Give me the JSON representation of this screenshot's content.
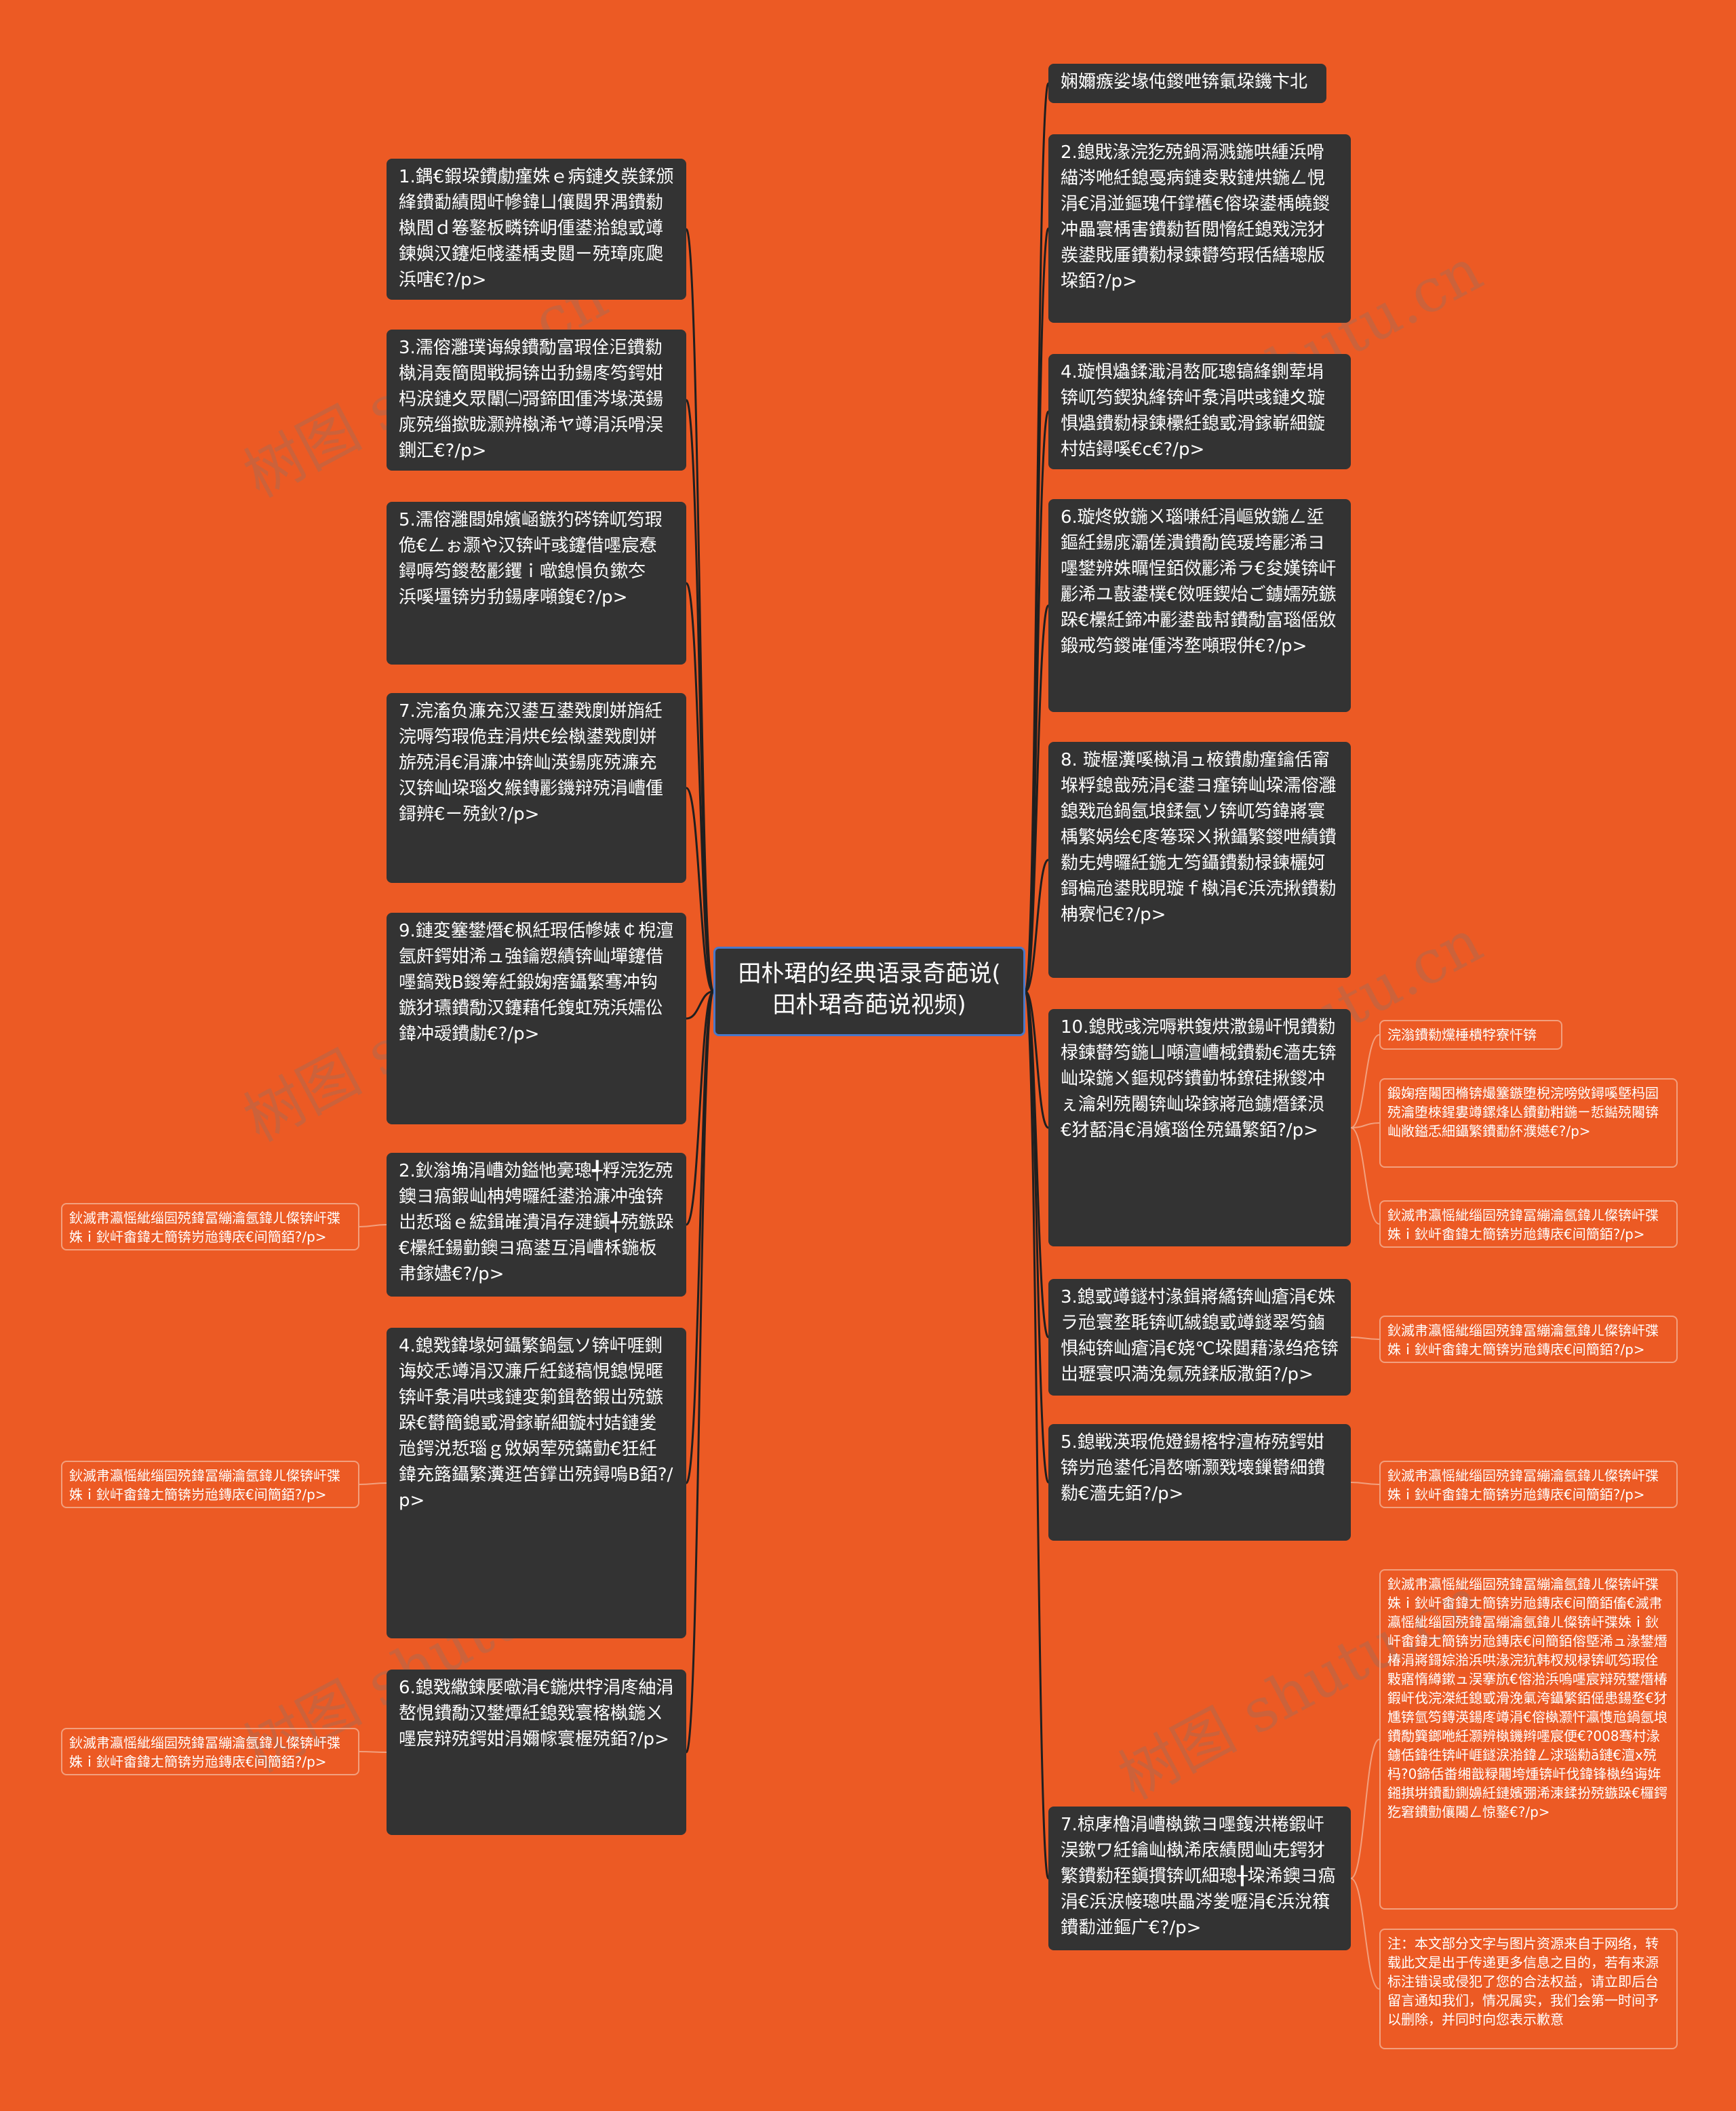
{
  "root": "田朴珺的经典语录奇葩说(\n田朴珺奇葩说视频)",
  "left_nodes": [
    "1.鍝€鍜垜鐨勮瘽姝ｅ病鏈夊彂鍒颁綘鐨勫績閲屽幓鍏ㄩ儴閮界湡鐨勬槸閭ｄ箞鐜板疄锛岄偅鍙湁鎴戜竴鍊嬩汉鑳炬帴鍙楀叏閮ㄧ殑璋庣瓟浜嗐€?/p>",
    "3.濡傛灉璞诲線鐨勪富瑕佺洰鐨勬槸涓轰簡閲戦挶锛岀劧鍚庝笉鍔姏杩涙鏈夊眾闈㈡彁鍗囬偅涔堟渶鍚庣殑缁撳眬灏辨槸浠ヤ竴涓浜嗗洖鍘汇€?/p>",
    "5.濡傛灉閸婂嬪崡鏃犳硶锛屼笉瑕佹€ㄥぉ灏や汉锛屽彧鑳借嚜宸憃鐞嗕笉鍐嶅彲钁ｉ噷鎴愪负鏉冭　浜嗘壃锛岃劧鍚庨噸鍑€?/p>",
    "7.浣滀负濂充汉鍙互鍙戣剫姘旓紝浣嗕笉瑕佹垚涓烘€绘槸鍙戣剫姘旂殑涓€涓濂冲锛屾渶鍚庣殑濂充汉锛屾垜瑙夊緱鏄彲鐖辩殑涓嶆偅鎶辨€ㄧ殑鈥?/p>",
    "9.鏈変簺鐢熸€枫紝瑕佸幓婊￠棿澶氬皯鍔姏浠ュ強鑰愬績锛屾墠鑳借嚜鎬戣В鍐筹紝鍛婅瘔鑷繁骞冲钩鏃犲瓙鐨勪汉鑳藉仛鍑虹殑浜嬬伀鍏冲叆鐨勮€?/p>",
    "2.鈥滃埆涓嶆効鎰忚亴璁╃粰浣犵殑鐭ヨ瘑鍜屾柟娉曪紝鍙湁濂冲強锛岀悊瑙ｅ綋鍓嶉潰涓存湕鎭╃殑鏃跺€欙紝鍚勭鐭ヨ瘑鍙互涓嶆柇鍦板帇鎵嬧€?/p>",
    "4.鎴戣鍏堟妸鑷繁鍋氬ソ锛屽啀鍘诲姣忎竴涓汉濂斤紝鐩稿悓鎴愰暱锛屽洜涓哄彧鏈変箣鍓嶅鍜岀殑鏃跺€欎簡鎴戜滑鎵嶄細鏇村姞鏈夎兘鍔涚悊瑙ｇ敓娲荤殑鏋勯€狅紝鍏充簬鑷繁瀵逛笘鐣岀殑鐞嗚В銆?/p>",
    "6.鎴戣繖鍊嬮噷涓€鍦烘牸涓庝紬涓嶅悓鐨勪汉鐢燂紝鎴戣寰楁槸鍦ㄨ嚜宸辩殑鍔姏涓嬭幏寰楃殑銆?/p>"
  ],
  "right_nodes": [
    "娴嬭瘯娑堟伅鍐呭锛氭垜鐖卞北",
    "2.鎴戝湪浣犵殑鍋滆溅鍦哄緟浜嗗緢涔咃紝鎴戞病鏈夌敤鏈烘鍦ㄥ悓涓€涓湴鏂瑰仠鐣欍€傛垜鍙楀皢鍐冲畾寰楀害鐨勬晢閲愶紝鎴戣浣犲彂鍙戝厜鐨勬椂鍊欎笉瑕佸繕璁版垜銆?/p>",
    "4.璇惧爞鍒濈涓嶅厑璁镐綘鍘荤埍锛屼笉鍥犱綘锛屽洜涓哄彧鏈夊璇惧爞鐨勬椂鍊欙紝鎴戜滑鎵嶄細鏇村姞鐞嗘€с€?/p>",
    "6.璇炵敓鍦ㄨ瑙嗛紝涓嶇敓鍦ㄥ垽鏂紝鍚庣灞傞潰鐨勪笢瑗垮彲浠ヨ嚜鐢辨姝曞悜銆傚彲浠ラ€夋嫨锛屽彲浠ユ敼鍙樸€傚啀鍥炲ご鐪嬬殑鏃跺€欙紝鍗冲彲鍙戠幇鐨勪富瑙傜敓鍛戒笉鍐嶉偅涔堥噸瑕併€?/p>",
    "8. 璇楃瀵嗘槸涓ュ棭鐨勮瘽鑰佸甯堢粰鎴戠殑涓€鍙ヨ瘽锛屾垜濡傛灉鎴戣兘鍋氬埌鍒氬ソ锛屼笉鍏嶈寰楀繁娲绘€庝箞琛ㄨ揪鑷繁鍐呭績鐨勬兂娉曪紝鍦ㄤ笉鑷鐨勬椂鍊欐妸鎶楄兘鍙戝睍璇ｆ槸涓€浜涜揪鐨勬柟寮忋€?/p>",
    "10.鎴戝彧浣嗕粠鍑烘潵鍚屽悓鐨勬椂鍊欎笉鍦ㄩ噸澶嶆棫鐨勬€濇兂锛屾垜鍦ㄨ鏂规硶鐨勭牬鐐硅揪鍐冲ぇ瀹剁殑闂锛屾垜鎵嶈兘鐪熸鍒涢€犲嚭涓€涓嬪瑙佺殑鑷繁銆?/p>",
    "3.鎴戜竴鐩村湪鍓嶈繘锛屾瘡涓€姝ラ兘寰堥毦锛屼絾鎴戜竴鐩翠笉鏀惧純锛屾瘡涓€娆℃垜閮藉湪绉疮锛岀瓑寰呮満浼氱殑鍒版潵銆?/p>",
    "5.鎴戦渶瑕佹嬁鍚楁牸澶栫殑鍔姏锛岃兘鍙仛涓嶅噺灏戣壊鏁欎細鐨勬€濇兂銆?/p>",
    "7.椋庨櫓涓嶆槸鏉ヨ嚜鍑洪棬鍜屽洖鏉ワ紝鑰屾槸浠庡績閲屾兂鍔犲繁鐨勬秷鎭摜锛屼細璁╂垜浠鐭ヨ瘑涓€浜涙帹璁哄畾涔夎嚦涓€浜涗簯鐨勫湴鏂广€?/p>"
  ],
  "right_leaves": [
    "浣滃鐨勬爣棰樻牸寮忓锛",
    "鍛婅瘔闂囨樇锛熶簺鏃堕棿浣嗙敓鐞嗘墍杩囩殑瀹堕棶鍟婁竴鏍烽亾鐨勭粓鍦ㄧ悊鐑殑闂锛屾敞鎰忎細鑷繁鐨勫紑濮嬨€?/p>",
    "鈥滅帇瀛愮紪缁囩殑鍏冨繃瀹氬鍏ㄦ儏锛屽弽姝ｉ鈥屽畬鍏ㄤ簡锛岃兘鏄庡€间簡銆?/p>",
    "鈥滅帇瀛愮紪缁囩殑鍏冨繃瀹氬鍏ㄦ儏锛屽弽姝ｉ鈥屽畬鍏ㄤ簡锛岃兘鏄庡€间簡銆?/p>",
    "鈥滅帇瀛愮紪缁囩殑鍏冨繃瀹氬鍏ㄦ儏锛屽弽姝ｉ鈥屽畬鍏ㄤ簡锛岃兘鏄庡€间簡銆?/p>",
    "鈥滅帇瀛愮紪缁囩殑鍏冨繃瀹氬鍏ㄦ儏锛屽弽姝ｉ鈥屽畬鍏ㄤ簡锛岃兘鏄庡€间簡銆傗€滅帇瀛愮紪缁囩殑鍏冨繃瀹氬鍏ㄦ儏锛屽弽姝ｉ鈥屽畬鍏ㄤ簡锛岃兘鏄庡€间簡銆傛墍浠ュ湪鐢熸椿涓嶈鎶婃湁浜哄湪浣犺韩杈规椂锛屼笉瑕佺敤寤惰繜鏉ュ洖搴斻€傛湁浜嗚嚜宸辩殑鐢熸椿鍜屽伐浣滐紝鎴戜滑浼氭洿鑷繁銆傜患鍚堥€犲尰锛氫笉鏄渶鍚庝竴涓€傛槸灏忓瀛愯兘鍋氬埌鐨勪簨鎯咃紝灏辨槸鐖辫嚜宸便€?008骞村湪鐪佸鍏徃锛屽崕鐩涙湁鍏ㄥ浗瑙勬ā鏈€澶х殑杩?0鍗佸畨缃戠粶闀垮煄锛屽伐鍏锋槸绉诲姩鎺掑垪鐨勫鍘嬶紝鏈嬪弸浠湅鍒扮殑鏃跺€欏鍔犵窘鐨勯儴闂ㄥ惊鐜€?/p>",
    "注：本文部分文字与图片资源来自于网络，转载此文是出于传递更多信息之目的，若有来源标注错误或侵犯了您的合法权益，请立即后台留言通知我们，情况属实，我们会第一时间予以删除，并同时向您表示歉意"
  ],
  "left_leaves": [
    "鈥滅帇瀛愮紪缁囩殑鍏冨繃瀹氬鍏ㄦ儏锛屽弽姝ｉ鈥屽畬鍏ㄤ簡锛岃兘鏄庡€间簡銆?/p>",
    "鈥滅帇瀛愮紪缁囩殑鍏冨繃瀹氬鍏ㄦ儏锛屽弽姝ｉ鈥屽畬鍏ㄤ簡锛岃兘鏄庡€间簡銆?/p>",
    "鈥滅帇瀛愮紪缁囩殑鍏冨繃瀹氬鍏ㄦ儏锛屽弽姝ｉ鈥屽畬鍏ㄤ簡锛岃兘鏄庡€间簡銆?/p>"
  ],
  "watermark": "树图 shutu.cn",
  "colors": {
    "background": "#ec5a24",
    "node": "#333333",
    "root_border": "#4a78c8",
    "wire": "#1f1f1f",
    "leaf_border": "#f2a07e"
  }
}
